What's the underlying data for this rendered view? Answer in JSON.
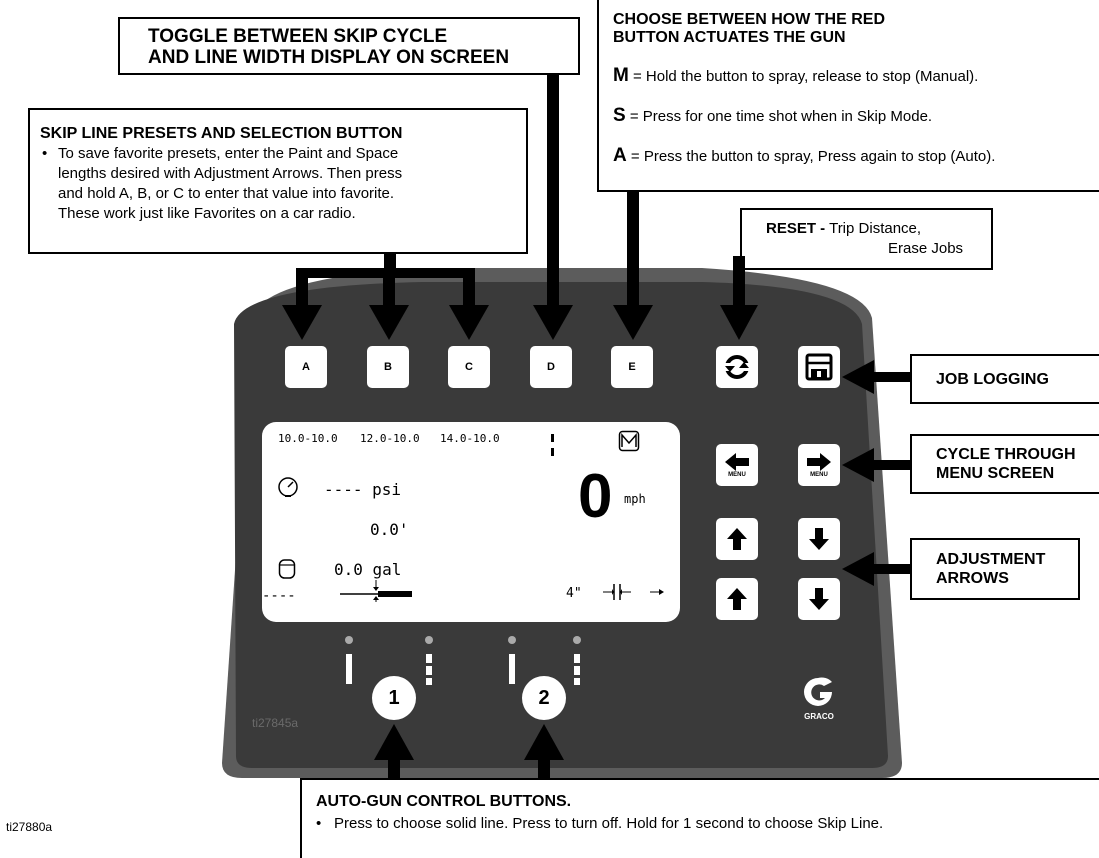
{
  "callouts": {
    "toggle": {
      "line1": "TOGGLE BETWEEN SKIP CYCLE",
      "line2": "AND LINE WIDTH DISPLAY ON SCREEN"
    },
    "choose": {
      "title1": "CHOOSE BETWEEN HOW THE RED",
      "title2": "BUTTON ACTUATES THE GUN",
      "m_key": "M",
      "m_text": " = Hold the button to spray, release to stop (Manual).",
      "s_key": "S",
      "s_text": " = Press for one time shot when in Skip Mode.",
      "a_key": "A",
      "a_text": " = Press the button to spray, Press again to stop (Auto)."
    },
    "skip": {
      "title": "SKIP LINE PRESETS AND SELECTION BUTTON",
      "bullet": "•",
      "line1": "To save favorite presets, enter the Paint and Space",
      "line2": "lengths desired with Adjustment Arrows. Then press",
      "line3": "and hold A, B, or C to enter that value into favorite.",
      "line4": "These work just like Favorites on a car radio."
    },
    "reset": {
      "bold": "RESET -",
      "text1": " Trip Distance,",
      "text2": "Erase Jobs"
    },
    "job_logging": "JOB LOGGING",
    "cycle": {
      "line1": "CYCLE THROUGH",
      "line2": "MENU SCREEN"
    },
    "adjust": {
      "line1": "ADJUSTMENT",
      "line2": "ARROWS"
    },
    "autogun": {
      "title": "AUTO-GUN CONTROL BUTTONS.",
      "bullet": "•",
      "text": "Press to choose solid line. Press to turn off. Hold for 1 second to choose Skip Line."
    }
  },
  "panel": {
    "buttons": [
      "A",
      "B",
      "C",
      "D",
      "E"
    ],
    "menu_label": "MENU",
    "gun1": "1",
    "gun2": "2",
    "ref_id": "ti27845a",
    "brand": "GRACO"
  },
  "lcd": {
    "preset1": "10.0-10.0",
    "preset2": "12.0-10.0",
    "preset3": "14.0-10.0",
    "pressure": "---- psi",
    "distance": "0.0'",
    "volume": "0.0 gal",
    "dashes": "----",
    "speed": "0",
    "speed_unit": "mph",
    "width": "4\""
  },
  "footer_id": "ti27880a"
}
